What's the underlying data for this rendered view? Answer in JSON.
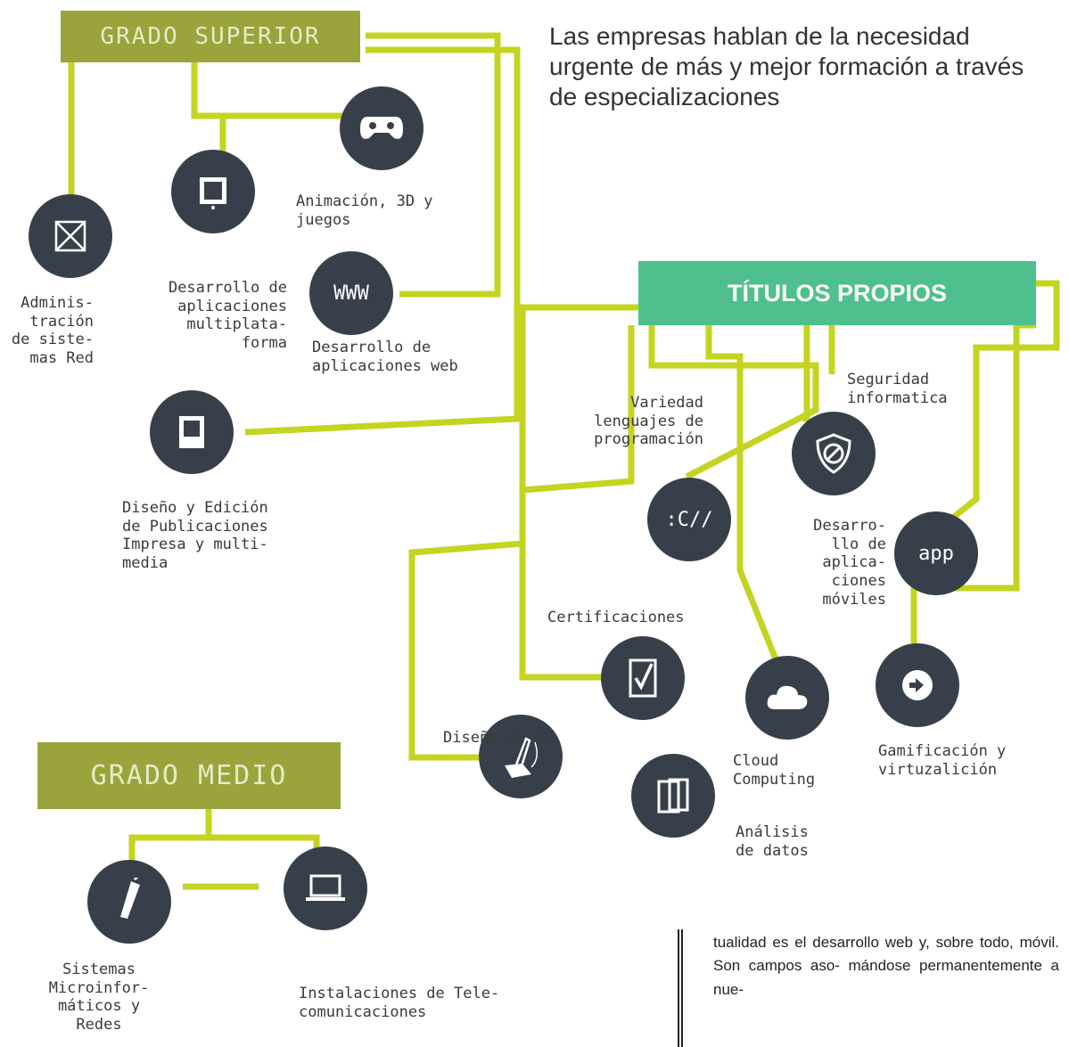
{
  "headline": "Las empresas hablan de la necesidad urgente de más y mejor formación a través de especializaciones",
  "boxes": {
    "grado_superior": "GRADO SUPERIOR",
    "titulos_propios": "TÍTULOS PROPIOS",
    "grado_medio": "GRADO MEDIO"
  },
  "icons": {
    "www": "WWW",
    "c": ":C//",
    "app": "app"
  },
  "labels": {
    "admin": "Adminis-\ntración\nde siste-\nmas Red",
    "multiplataforma": "Desarrollo de\naplicaciones\nmultiplata-\nforma",
    "animacion": "Animación, 3D y\njuegos",
    "web": "Desarrollo de\naplicaciones web",
    "diseno_edicion": "Diseño y Edición\nde Publicaciones\nImpresa y multi-\nmedia",
    "lenguajes": "Variedad\nlenguajes de\nprogramación",
    "seguridad": "Seguridad\ninformatica",
    "moviles": "Desarro-\nllo de\naplica-\nciones\nmóviles",
    "certificaciones": "Certificaciones",
    "ux": "Diseño de UX",
    "cloud": "Cloud\nComputing",
    "gamificacion": "Gamificación y\nvirtuzalición",
    "analisis": "Análisis\nde datos",
    "microinformaticos": "Sistemas\nMicroinfor-\nmáticos y\nRedes",
    "telecom": "Instalaciones de Tele-\ncomunicaciones"
  },
  "body_text": "tualidad es el desarrollo web y, sobre todo, móvil. Son campos aso- mándose permanentemente a nue-",
  "colors": {
    "olive": "#9aa33c",
    "lime": "#c4d421",
    "teal": "#4fc08d",
    "node": "#37404a"
  }
}
